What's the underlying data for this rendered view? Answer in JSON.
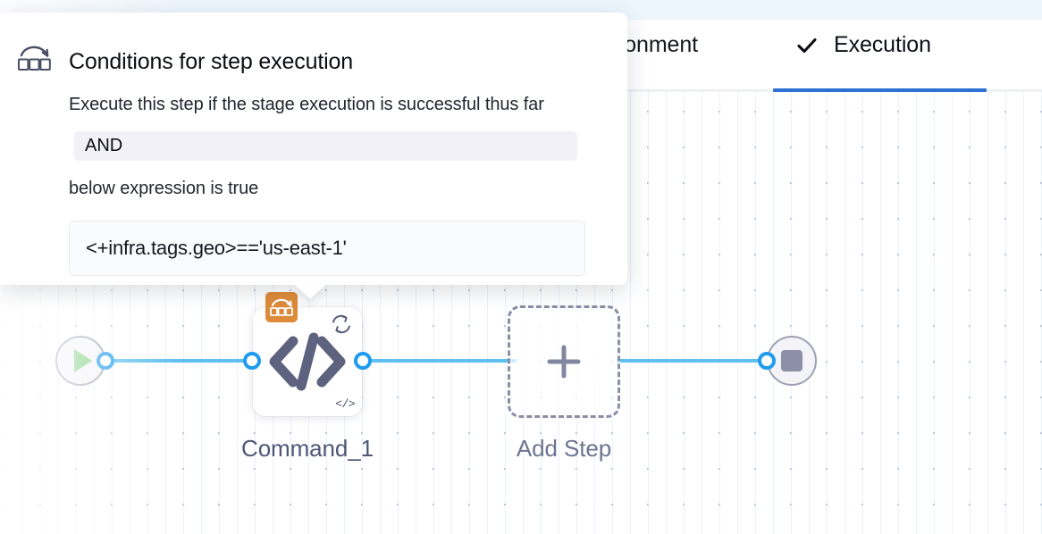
{
  "tabs": [
    {
      "label": "ronment",
      "name": "tab-environment",
      "active": false,
      "icon": ""
    },
    {
      "label": "Execution",
      "name": "tab-execution",
      "active": true,
      "icon": "check-icon"
    }
  ],
  "popover": {
    "icon": "shell-script-icon",
    "title": "Conditions for step execution",
    "line1": "Execute this step if the stage execution is successful thus far",
    "operator": "AND",
    "line2": "below expression is true",
    "expression": "<+infra.tags.geo>=='us-east-1'"
  },
  "graph": {
    "start_node": {
      "name": "pipeline-start-node",
      "icon": "play-icon"
    },
    "end_node": {
      "name": "pipeline-end-node",
      "icon": "stop-icon"
    },
    "step": {
      "label": "Command_1",
      "type_icon": "code-icon",
      "badge_icon": "shell-script-icon",
      "retry_icon": "retry-loop-icon",
      "mini_icon": "code-icon"
    },
    "add_step": {
      "label": "Add Step",
      "icon": "plus-icon"
    }
  },
  "colors": {
    "accent_blue": "#2d72d2",
    "edge_blue": "#5fc0f0",
    "port_blue": "#1f9bef",
    "badge_orange": "#dd8b3a",
    "play_green": "#7ed07e",
    "stop_gray": "#8b90a8",
    "node_outline": "#9da1b4",
    "dashed_border": "#898fa8"
  }
}
